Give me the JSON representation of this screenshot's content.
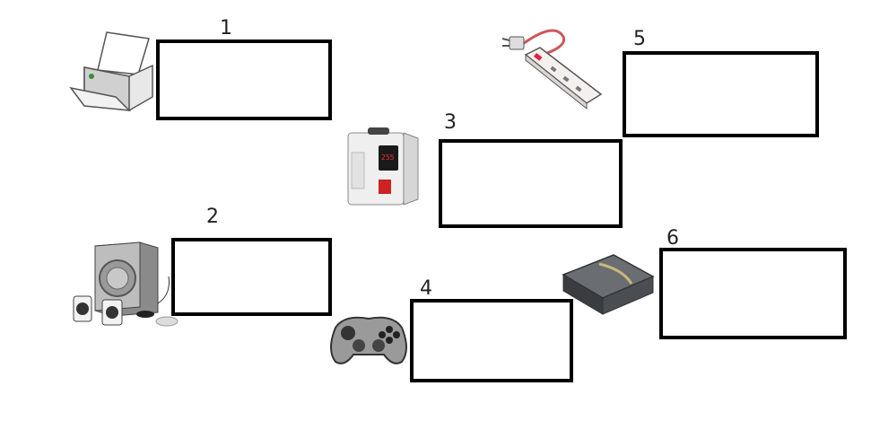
{
  "items": [
    {
      "number": "1",
      "device": "printer-icon"
    },
    {
      "number": "2",
      "device": "speakers-icon"
    },
    {
      "number": "3",
      "device": "voltage-stabilizer-icon"
    },
    {
      "number": "4",
      "device": "gamepad-icon"
    },
    {
      "number": "5",
      "device": "power-strip-icon"
    },
    {
      "number": "6",
      "device": "router-icon"
    }
  ]
}
